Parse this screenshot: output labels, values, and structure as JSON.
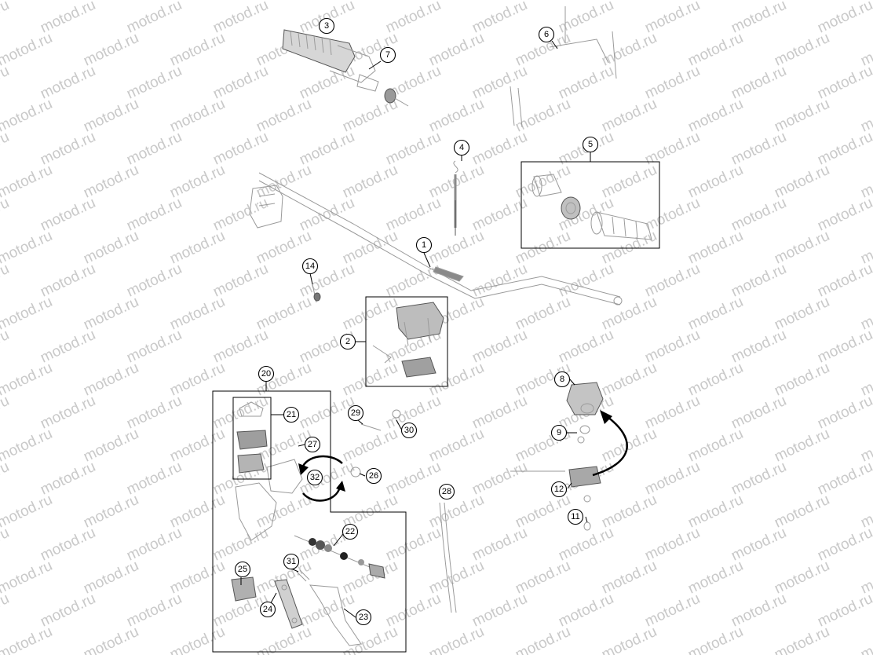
{
  "watermark": {
    "text": "motod.ru",
    "color": "#c9c9c9"
  },
  "callouts": [
    {
      "id": "c1",
      "label": "1"
    },
    {
      "id": "c2",
      "label": "2"
    },
    {
      "id": "c3",
      "label": "3"
    },
    {
      "id": "c4",
      "label": "4"
    },
    {
      "id": "c5",
      "label": "5"
    },
    {
      "id": "c6",
      "label": "6"
    },
    {
      "id": "c7",
      "label": "7"
    },
    {
      "id": "c8",
      "label": "8"
    },
    {
      "id": "c9",
      "label": "9"
    },
    {
      "id": "c11",
      "label": "11"
    },
    {
      "id": "c12",
      "label": "12"
    },
    {
      "id": "c14",
      "label": "14"
    },
    {
      "id": "c20",
      "label": "20"
    },
    {
      "id": "c21",
      "label": "21"
    },
    {
      "id": "c22",
      "label": "22"
    },
    {
      "id": "c23",
      "label": "23"
    },
    {
      "id": "c24",
      "label": "24"
    },
    {
      "id": "c25",
      "label": "25"
    },
    {
      "id": "c26",
      "label": "26"
    },
    {
      "id": "c27",
      "label": "27"
    },
    {
      "id": "c28",
      "label": "28"
    },
    {
      "id": "c29",
      "label": "29"
    },
    {
      "id": "c30",
      "label": "30"
    },
    {
      "id": "c31",
      "label": "31"
    },
    {
      "id": "c32",
      "label": "32"
    }
  ]
}
